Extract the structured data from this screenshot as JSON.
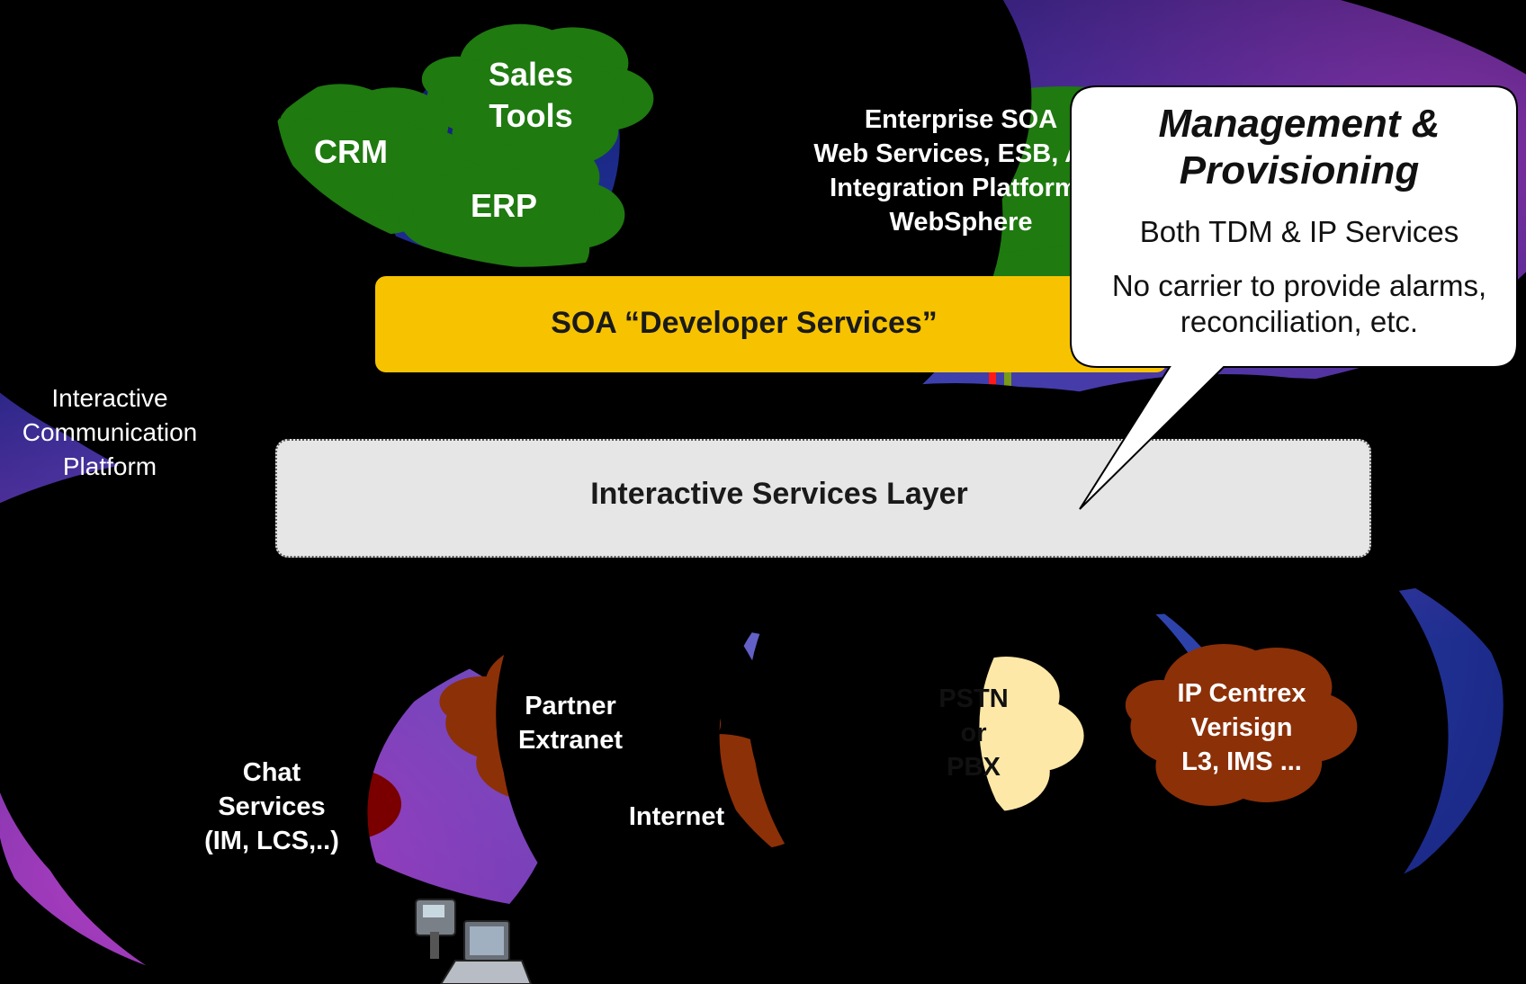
{
  "diagram": {
    "platform_label": [
      "Interactive",
      "Communication",
      "Platform"
    ],
    "soa_layer": "SOA “Developer Services”",
    "services_layer": "Interactive Services  Layer",
    "top_clouds": {
      "crm": [
        "CRM"
      ],
      "sales_tools": [
        "Sales",
        "Tools"
      ],
      "erp": [
        "ERP"
      ],
      "enterprise": [
        "Enterprise SOA",
        "Web Services, ESB, API",
        "Integration Platforms",
        "WebSphere"
      ]
    },
    "bottom_clouds": {
      "chat": [
        "Chat",
        "Services",
        "(IM, LCS,..)"
      ],
      "partner": [
        "Partner",
        "Extranet"
      ],
      "internet": [
        "Internet"
      ],
      "pstn": [
        "PSTN",
        "or",
        "PBX"
      ],
      "ip_centrex": [
        "IP Centrex",
        "Verisign",
        "L3, IMS ..."
      ]
    },
    "callout": {
      "title": [
        "Management &",
        "Provisioning"
      ],
      "line1": "Both TDM & IP Services",
      "line2": [
        "No carrier to provide alarms,",
        "reconciliation, etc."
      ]
    },
    "colors": {
      "enterprise_cloud": "#1f7a10",
      "partner_cloud": "#8c3008",
      "chat_cloud": "#7a0000",
      "pstn_cloud": "#fde8a8",
      "soa_bar": "#f7c300",
      "red_link": "#ff1a1a",
      "green_link": "#7a9a1a",
      "yellow_link": "#f0b000"
    }
  }
}
